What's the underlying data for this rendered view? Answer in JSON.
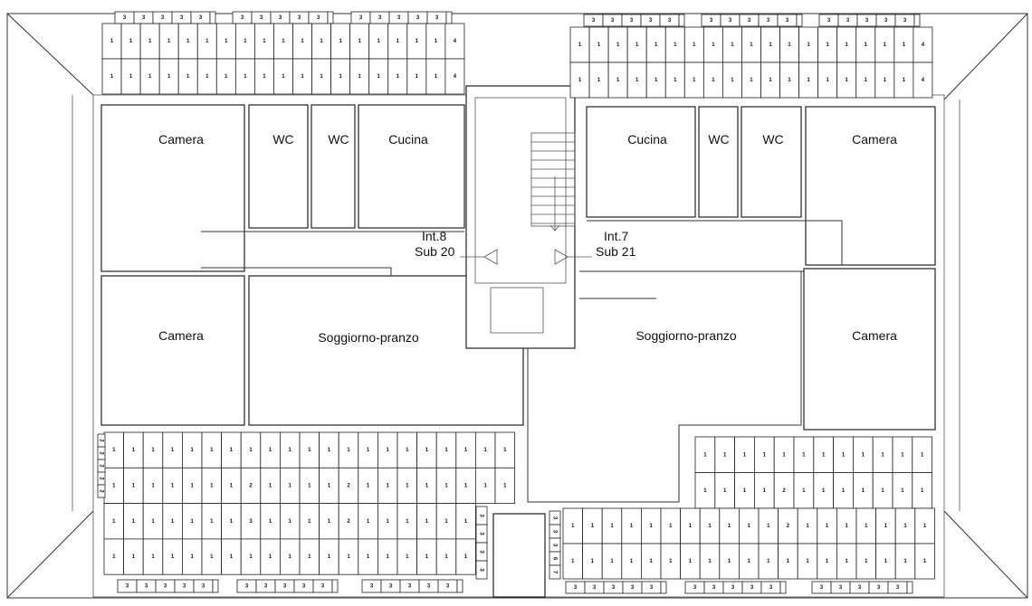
{
  "rooms": {
    "left_camera_top": "Camera",
    "left_wc_1": "WC",
    "left_wc_2": "WC",
    "left_cucina": "Cucina",
    "left_camera_bottom": "Camera",
    "left_soggiorno": "Soggiorno-pranzo",
    "right_cucina": "Cucina",
    "right_wc_1": "WC",
    "right_wc_2": "WC",
    "right_camera_top": "Camera",
    "right_soggiorno": "Soggiorno-pranzo",
    "right_camera_bottom": "Camera"
  },
  "units": {
    "left": {
      "int": "Int.8",
      "sub": "Sub 20"
    },
    "right": {
      "int": "Int.7",
      "sub": "Sub 21"
    }
  },
  "tile_panels": [
    {
      "name": "top-left",
      "rows": [
        "1111111111111111114",
        "1111111111111111114"
      ]
    },
    {
      "name": "top-right",
      "rows": [
        "1111111111111111114",
        "1111111111111111114"
      ]
    },
    {
      "name": "bottom-left",
      "rows": [
        "111111111111111111111",
        "111111121111211111111",
        "1111111311112111111",
        "1111111111111111111"
      ]
    },
    {
      "name": "bottom-right-upper",
      "rows": [
        "111111111111",
        "111121111111"
      ]
    },
    {
      "name": "bottom-right-lower",
      "rows": [
        "1111111111121111111",
        "1111111111111111111"
      ]
    }
  ],
  "tile_strips": [
    {
      "name": "top-left-strip",
      "groups": [
        "33333",
        "33333",
        "33333"
      ]
    },
    {
      "name": "top-right-strip",
      "groups": [
        "33333",
        "33333",
        "33333"
      ]
    },
    {
      "name": "bottom-left-strip",
      "groups": [
        "33333",
        "33333",
        "33333"
      ]
    },
    {
      "name": "bottom-right-strip",
      "groups": [
        "33333",
        "33333",
        "33333"
      ]
    },
    {
      "name": "left-vertical-strip",
      "groups": [
        "22222"
      ]
    },
    {
      "name": "mid-left-vertical-strip",
      "groups": [
        "3333"
      ]
    },
    {
      "name": "mid-right-vertical-strip",
      "groups": [
        "33367"
      ]
    }
  ]
}
